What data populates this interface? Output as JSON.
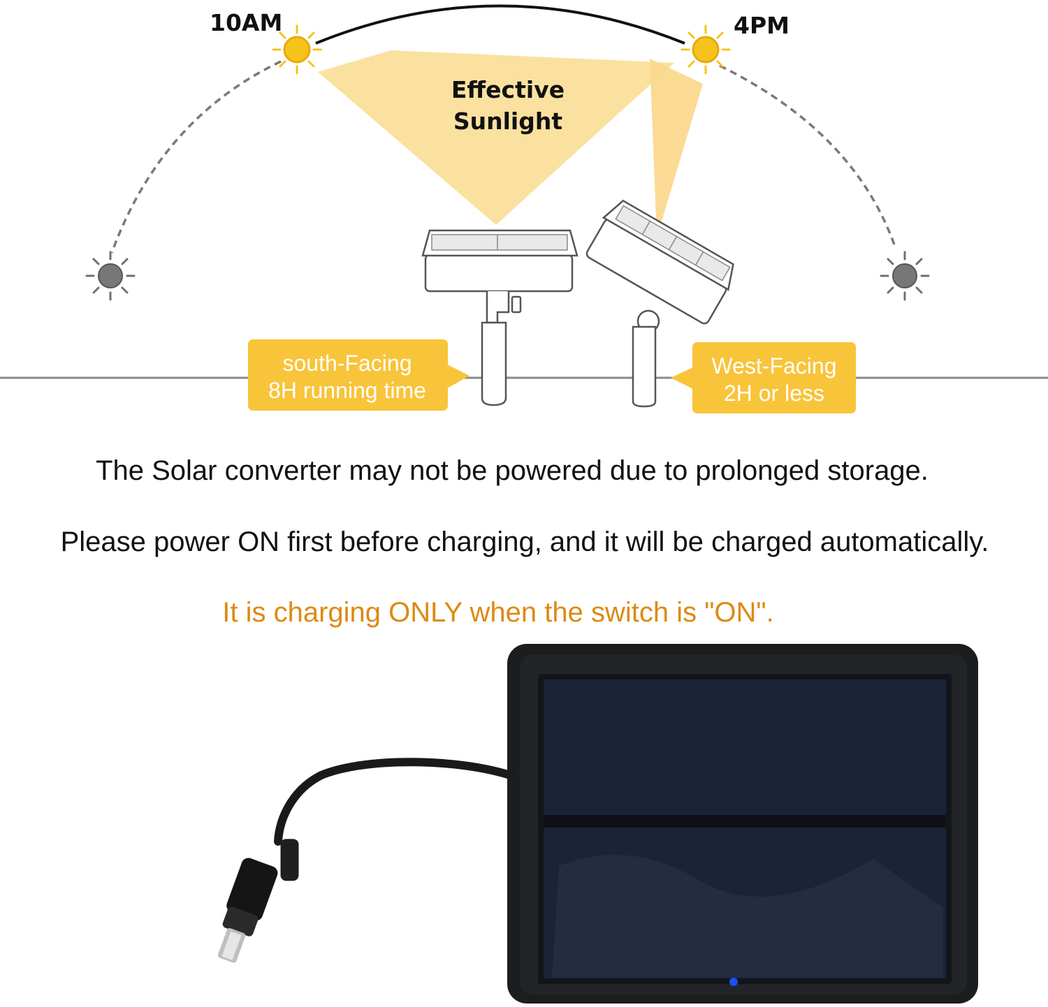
{
  "colors": {
    "sun_active": "#f5c31c",
    "sun_inactive": "#6f6f6f",
    "beam": "#fbe1a0",
    "callout_fill": "#f8c43a",
    "callout_text": "#ffffff",
    "note": "#dd8a12",
    "text": "#111111",
    "panel_frame": "#1c1d1f",
    "panel_cells": "#1a2338",
    "indicator_led": "#1e4dff"
  },
  "icons": {
    "sun": "sun-icon",
    "panel": "solar-panel-icon",
    "plug": "dc-plug-icon"
  },
  "arc": {
    "start_label": "10AM",
    "end_label": "4PM"
  },
  "beam_label": {
    "line1": "Effective",
    "line2": "Sunlight"
  },
  "callouts": {
    "south": {
      "line1": "south-Facing",
      "line2": "8H running time"
    },
    "west": {
      "line1": "West-Facing",
      "line2": "2H or less"
    }
  },
  "captions": {
    "storage_note": "The Solar converter may not be powered due to prolonged storage.",
    "power_note": "Please power ON first before charging, and it will be charged automatically.",
    "charging_note": "It is charging ONLY when the switch is \"ON\"."
  }
}
